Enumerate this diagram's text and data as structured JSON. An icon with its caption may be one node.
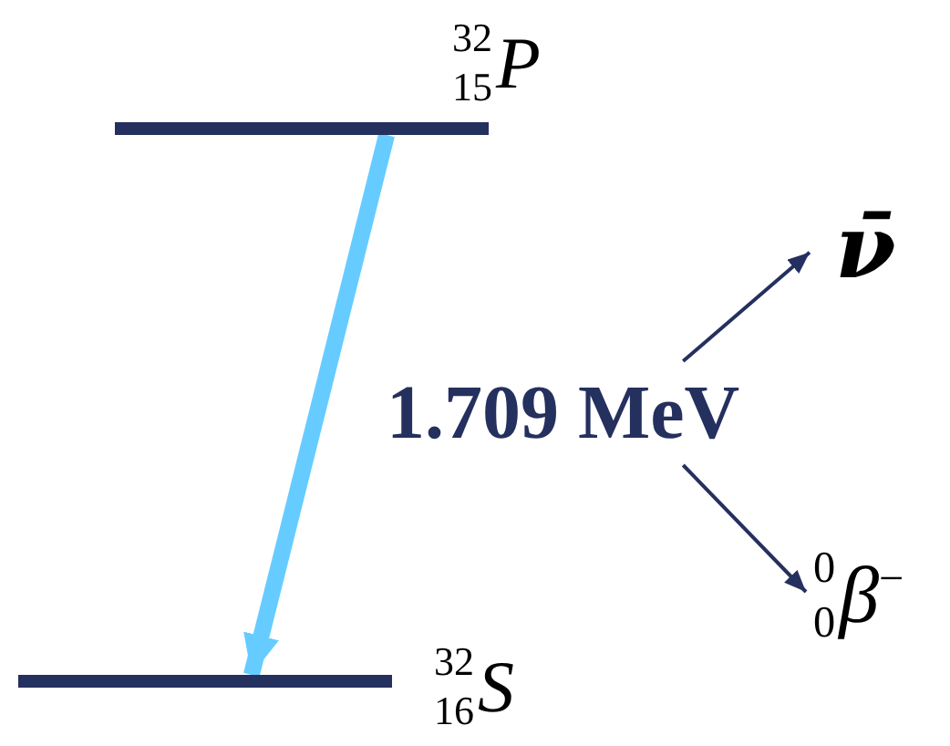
{
  "diagram": {
    "nodes": [
      {
        "text": [],
        "shape": "bar",
        "beside": [
          "$^{32}$$_{15}$*P*"
        ]
      },
      {
        "text": [],
        "shape": "bar",
        "beside": [
          "$^{32}$$_{16}$*S*"
        ]
      },
      {
        "text": [
          "1.709 MeV"
        ]
      },
      {
        "text": [
          "ν̄"
        ]
      },
      {
        "text": [
          "$^{0}$$_{0}$*β*$^{−}$"
        ]
      }
    ],
    "edges": [
      {
        "from": 0,
        "to": 1,
        "arrow": "to",
        "style": "thick",
        "color": "#66ccff"
      },
      {
        "from": 2,
        "to": 3,
        "arrow": "to"
      },
      {
        "from": 2,
        "to": 4,
        "arrow": "to"
      }
    ]
  }
}
